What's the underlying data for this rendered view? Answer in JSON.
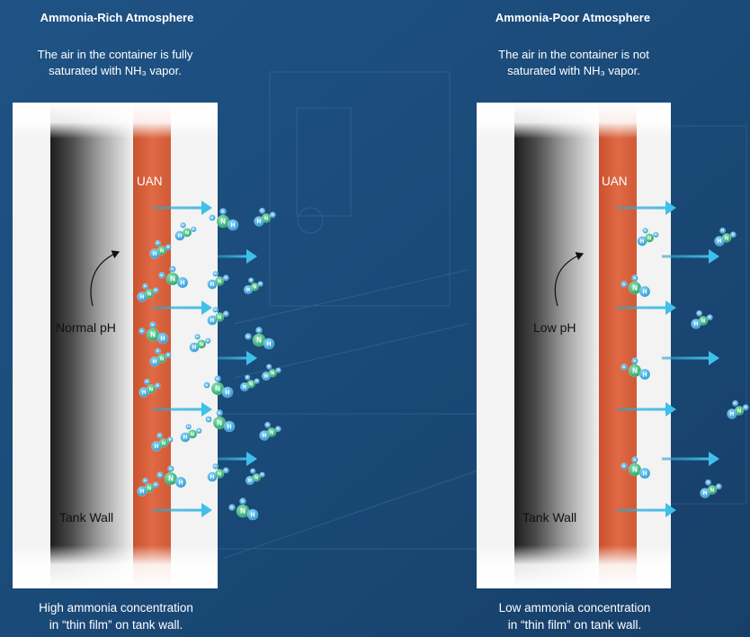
{
  "colors": {
    "background": "#1d4f7e",
    "wall_dark": "#2b2b2b",
    "wall_light": "#e8e8e8",
    "uan_film": "#d9603c",
    "arrow": "#3ab4dc",
    "hydrogen": "#3aa8df",
    "nitrogen": "#36b37a"
  },
  "panels": [
    {
      "id": "rich",
      "title": "Ammonia-Rich Atmosphere",
      "description": [
        "The air in the container is fully",
        "saturated with NH₃ vapor."
      ],
      "film_label": "UAN",
      "ph_label": "Normal pH",
      "wall_label": "Tank Wall",
      "caption": [
        "High ammonia concentration",
        "in “thin film” on tank wall."
      ]
    },
    {
      "id": "poor",
      "title": "Ammonia-Poor Atmosphere",
      "description": [
        "The air in the container is not",
        "saturated with NH₃ vapor."
      ],
      "film_label": "UAN",
      "ph_label": "Low pH",
      "wall_label": "Tank Wall",
      "caption": [
        "Low ammonia concentration",
        "in “thin film” on tank wall."
      ]
    }
  ],
  "atom_labels": {
    "nitrogen": "N",
    "hydrogen": "H"
  }
}
